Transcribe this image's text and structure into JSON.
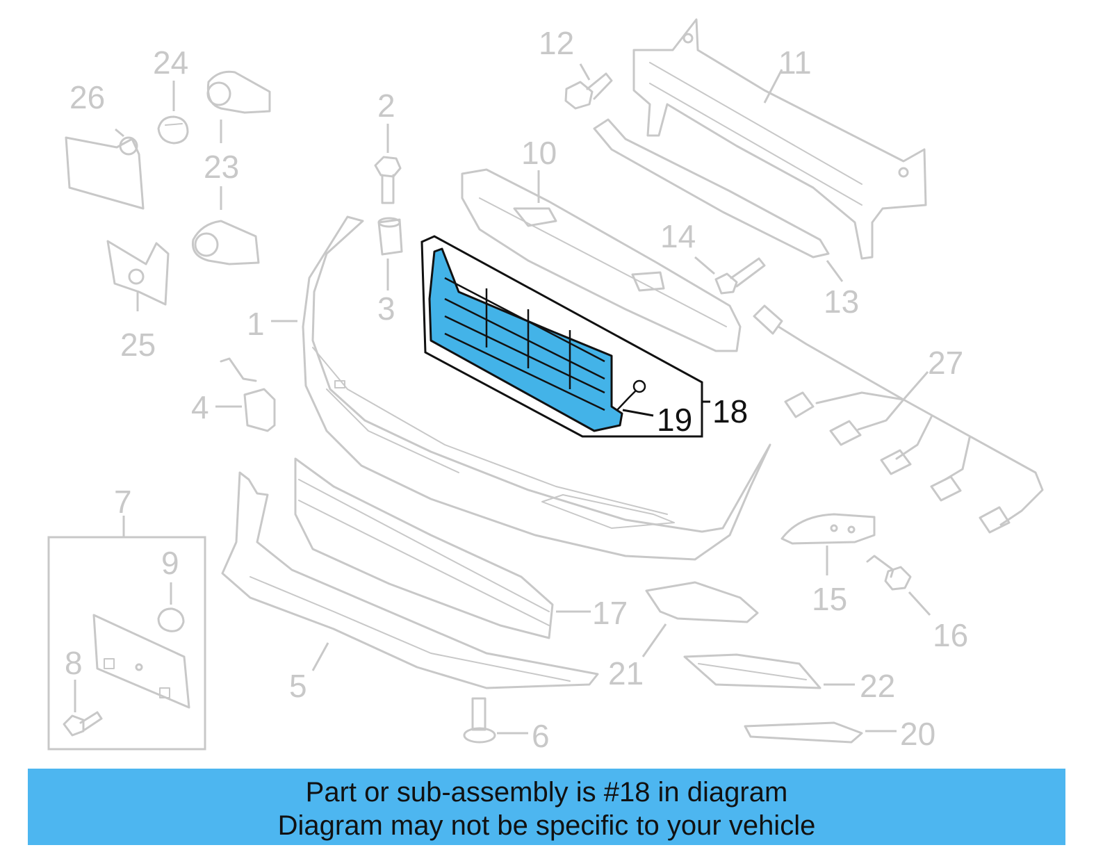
{
  "banner": {
    "line1": "Part or sub-assembly is #18 in diagram",
    "line2": "Diagram may not be specific to your vehicle",
    "color": "#4db6f0"
  },
  "highlight_color": "#43b3e8",
  "callouts": {
    "c1": "1",
    "c2": "2",
    "c3": "3",
    "c4": "4",
    "c5": "5",
    "c6": "6",
    "c7": "7",
    "c8": "8",
    "c9": "9",
    "c10": "10",
    "c11": "11",
    "c12": "12",
    "c13": "13",
    "c14": "14",
    "c15": "15",
    "c16": "16",
    "c17": "17",
    "c18": "18",
    "c19": "19",
    "c20": "20",
    "c21": "21",
    "c22": "22",
    "c23": "23",
    "c24": "24",
    "c25": "25",
    "c26": "26",
    "c27": "27"
  },
  "highlighted_callouts": [
    "18",
    "19"
  ]
}
